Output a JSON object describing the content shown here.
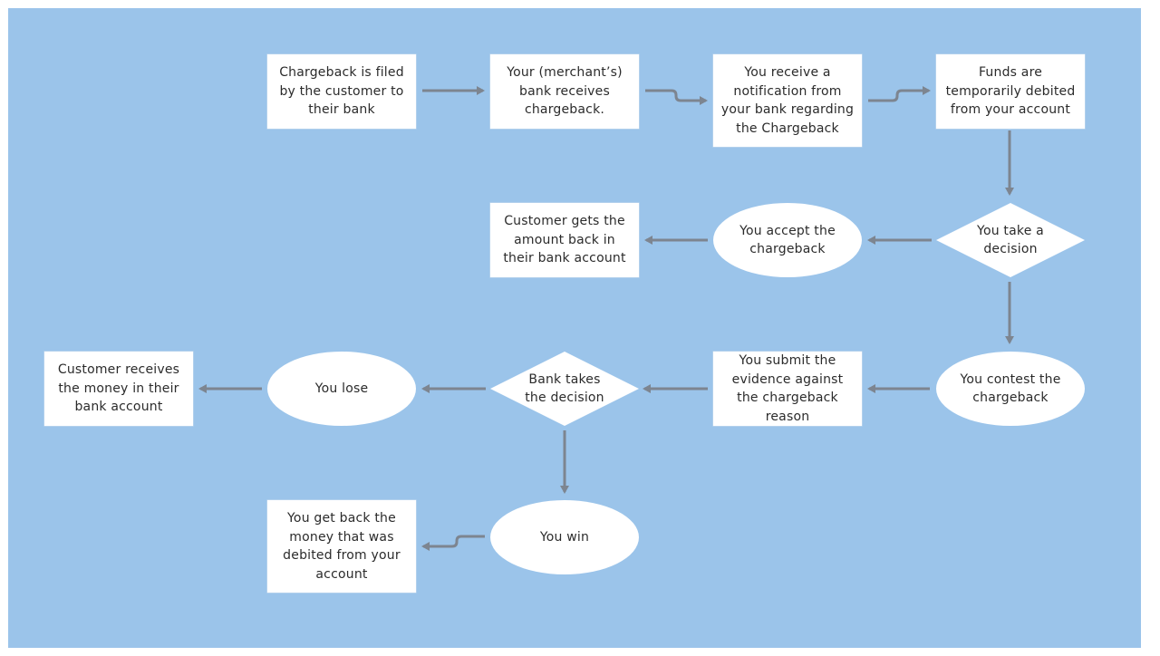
{
  "diagram": {
    "nodes": {
      "filed": "Chargeback is filed by the customer to their bank",
      "bank_receives": "Your (merchant’s) bank receives chargeback.",
      "notification": "You receive a notification from your bank regarding the Chargeback",
      "debited": "Funds are temporarily debited from your account",
      "decision": "You take a decision",
      "accept": "You accept the chargeback",
      "customer_gets": "Customer gets the amount back in their bank account",
      "contest": "You contest the chargeback",
      "submit": "You submit the evidence against the chargeback reason",
      "bank_decision": "Bank takes the decision",
      "lose": "You lose",
      "customer_receives": "Customer receives the money in their bank account",
      "win": "You win",
      "get_back": "You get back the money that was debited from your account"
    },
    "colors": {
      "background": "#9bc4ea",
      "node_fill": "#ffffff",
      "arrow": "#7d8590",
      "text": "#2b2b2b"
    }
  }
}
